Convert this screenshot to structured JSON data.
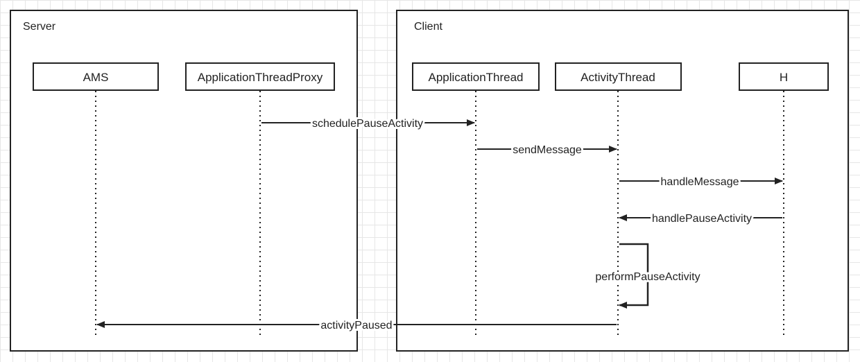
{
  "groups": [
    {
      "id": "server",
      "label": "Server"
    },
    {
      "id": "client",
      "label": "Client"
    }
  ],
  "participants": [
    {
      "id": "ams",
      "label": "AMS"
    },
    {
      "id": "atp",
      "label": "ApplicationThreadProxy"
    },
    {
      "id": "at",
      "label": "ApplicationThread"
    },
    {
      "id": "act",
      "label": "ActivityThread"
    },
    {
      "id": "h",
      "label": "H"
    }
  ],
  "messages": [
    {
      "from": "atp",
      "to": "at",
      "label": "schedulePauseActivity"
    },
    {
      "from": "at",
      "to": "act",
      "label": "sendMessage"
    },
    {
      "from": "act",
      "to": "h",
      "label": "handleMessage"
    },
    {
      "from": "h",
      "to": "act",
      "label": "handlePauseActivity"
    },
    {
      "from": "act",
      "to": "act",
      "label": "performPauseActivity"
    },
    {
      "from": "act",
      "to": "ams",
      "label": "activityPaused"
    }
  ],
  "colors": {
    "stroke": "#222222",
    "text": "#222222",
    "grid": "#e6e6e6"
  }
}
